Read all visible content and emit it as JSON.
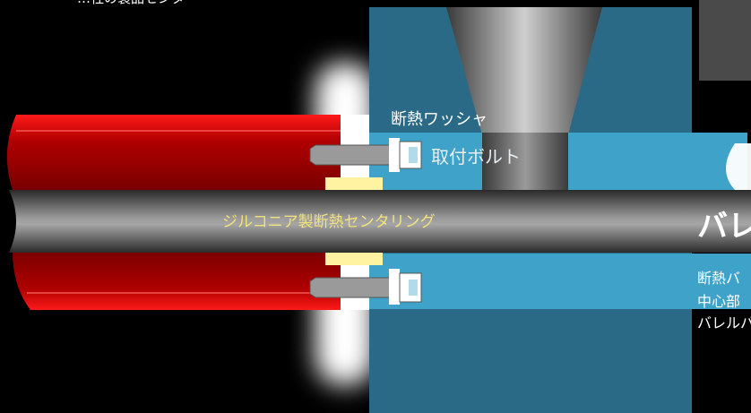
{
  "labels": {
    "top_text": "…社の製品センター",
    "insulating_washer": "断熱ワッシャ",
    "mounting_bolt": "取付ボルト",
    "zirconia_ring": "ジルコニア製断熱センタリング",
    "heading": "バレ",
    "side_line_1": "断熱バ",
    "side_line_2": "中心部",
    "side_line_3": "バレルバ"
  },
  "colors": {
    "barrel_red": "#b00000",
    "mold_plate": "#2a6a86",
    "barrel_block": "#3fa3c9",
    "zirconia_ring": "#fff2a0",
    "glow": "#ffffff"
  }
}
